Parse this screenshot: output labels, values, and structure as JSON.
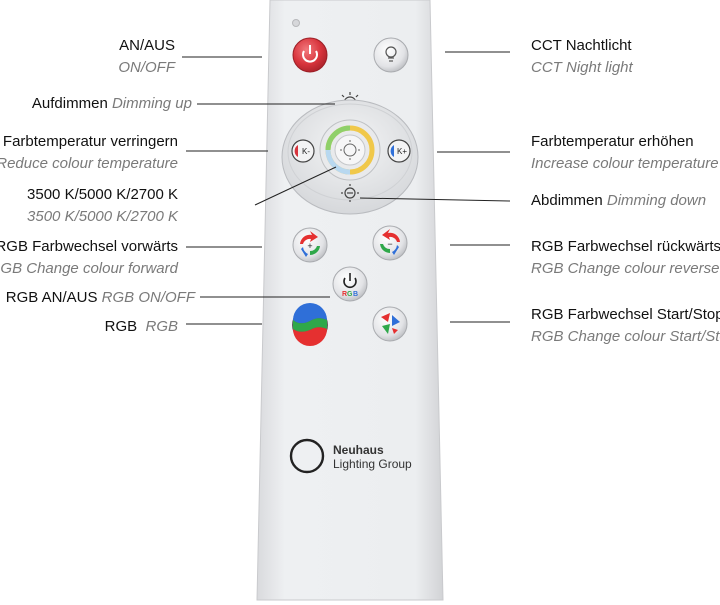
{
  "labels": {
    "on_off": {
      "de": "AN/AUS",
      "en": "ON/OFF"
    },
    "cct_night": {
      "de": "CCT Nachtlicht",
      "en": "CCT Night light"
    },
    "dim_up": {
      "de": "Aufdimmen",
      "en": "Dimming up"
    },
    "temp_down": {
      "de": "Farbtemperatur verringern",
      "en": "Reduce colour temperature"
    },
    "temp_up": {
      "de": "Farbtemperatur erhöhen",
      "en": "Increase colour temperature"
    },
    "kelvin": {
      "de": "3500 K/5000 K/2700 K",
      "en": "3500 K/5000 K/2700 K"
    },
    "dim_down": {
      "de": "Abdimmen",
      "en": "Dimming down"
    },
    "rgb_forward": {
      "de": "RGB Farbwechsel vorwärts",
      "en": "RGB Change colour forward"
    },
    "rgb_reverse": {
      "de": "RGB Farbwechsel rückwärts",
      "en": "RGB Change colour reverse"
    },
    "rgb_onoff": {
      "de": "RGB AN/AUS",
      "en": "RGB ON/OFF"
    },
    "rgb": {
      "de": "RGB",
      "en": "RGB"
    },
    "rgb_startstop": {
      "de": "RGB Farbwechsel Start/Stop",
      "en": "RGB Change colour Start/Stop"
    }
  },
  "remote": {
    "brand_line1": "Neuhaus",
    "brand_line2": "Lighting Group",
    "button_k_minus": "K-",
    "button_k_plus": "K+",
    "button_rgb_text": "RGB"
  },
  "colors": {
    "power_red": "#d8343c",
    "remote_body": "#ecedef",
    "rgb_red": "#e53030",
    "rgb_green": "#2fa84a",
    "rgb_blue": "#2f6fd8"
  },
  "icons": [
    "power-icon",
    "bulb-icon",
    "sun-plus-icon",
    "sun-minus-icon",
    "k-minus-icon",
    "k-plus-icon",
    "rgb-forward-icon",
    "rgb-reverse-icon",
    "rgb-power-icon",
    "rgb-color-icon",
    "rgb-startstop-icon",
    "brand-logo-icon"
  ]
}
